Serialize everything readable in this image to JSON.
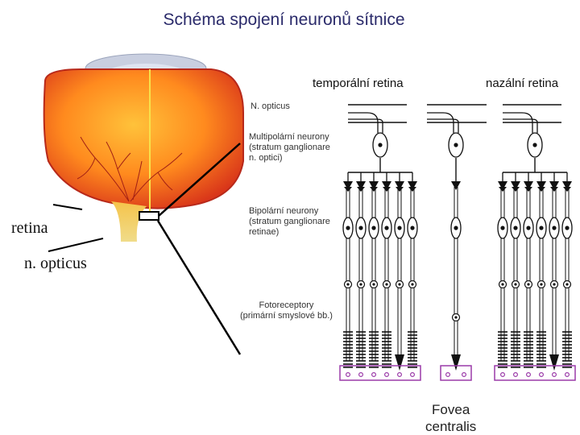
{
  "title": "Schéma spojení neuronů sítnice",
  "labels": {
    "temporal": "temporální retina",
    "nasal": "nazální retina",
    "n_opticus_small": "N. opticus",
    "multipolar": "Multipolární neurony\n(stratum ganglionare\nn. optici)",
    "bipolar": "Bipolární neurony\n(stratum ganglionare\nretinae)",
    "photoreceptors": "Fotoreceptory\n(primární smyslové bb.)",
    "fovea": "Fovea\ncentralis",
    "retina": "retina",
    "n_opticus": "n. opticus"
  },
  "colors": {
    "eye_outer": "#e8431a",
    "eye_inner": "#ffb020",
    "lines": "#111111",
    "receptor_box": "#9a3aa8",
    "title": "#2a2a6a"
  }
}
